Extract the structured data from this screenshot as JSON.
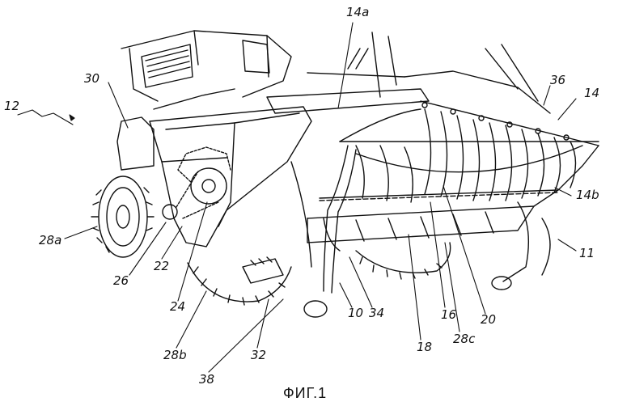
{
  "figure": {
    "caption": "ФИГ.1",
    "labels": {
      "l12": "12",
      "l30": "30",
      "l14a": "14a",
      "l36": "36",
      "l14": "14",
      "l14b": "14b",
      "l11": "11",
      "l28a": "28a",
      "l26": "26",
      "l22": "22",
      "l24": "24",
      "l10": "10",
      "l34": "34",
      "l16": "16",
      "l20": "20",
      "l18": "18",
      "l28c": "28c",
      "l32": "32",
      "l28b": "28b",
      "l38": "38"
    }
  }
}
